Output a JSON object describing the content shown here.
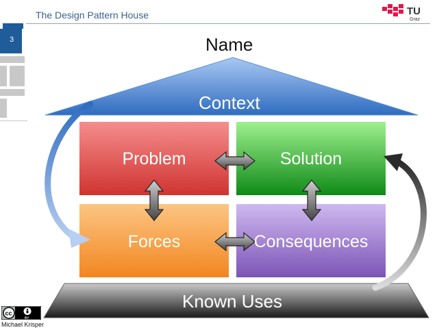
{
  "header": {
    "title": "The Design Pattern House",
    "slide_number": "3",
    "logo_text": "TU",
    "logo_sub": "Graz"
  },
  "diagram": {
    "name": "Name",
    "context": "Context",
    "problem": "Problem",
    "solution": "Solution",
    "forces": "Forces",
    "consequences": "Consequences",
    "known_uses": "Known Uses"
  },
  "footer": {
    "author": "Michael Krisper",
    "license_badge": "cc-by-icon"
  },
  "colors": {
    "roof": "#3a78c8",
    "problem": "#d8423a",
    "solution": "#1f9a1f",
    "forces": "#f6952f",
    "consequences": "#8a66c2",
    "base": "#2a2a2a"
  }
}
